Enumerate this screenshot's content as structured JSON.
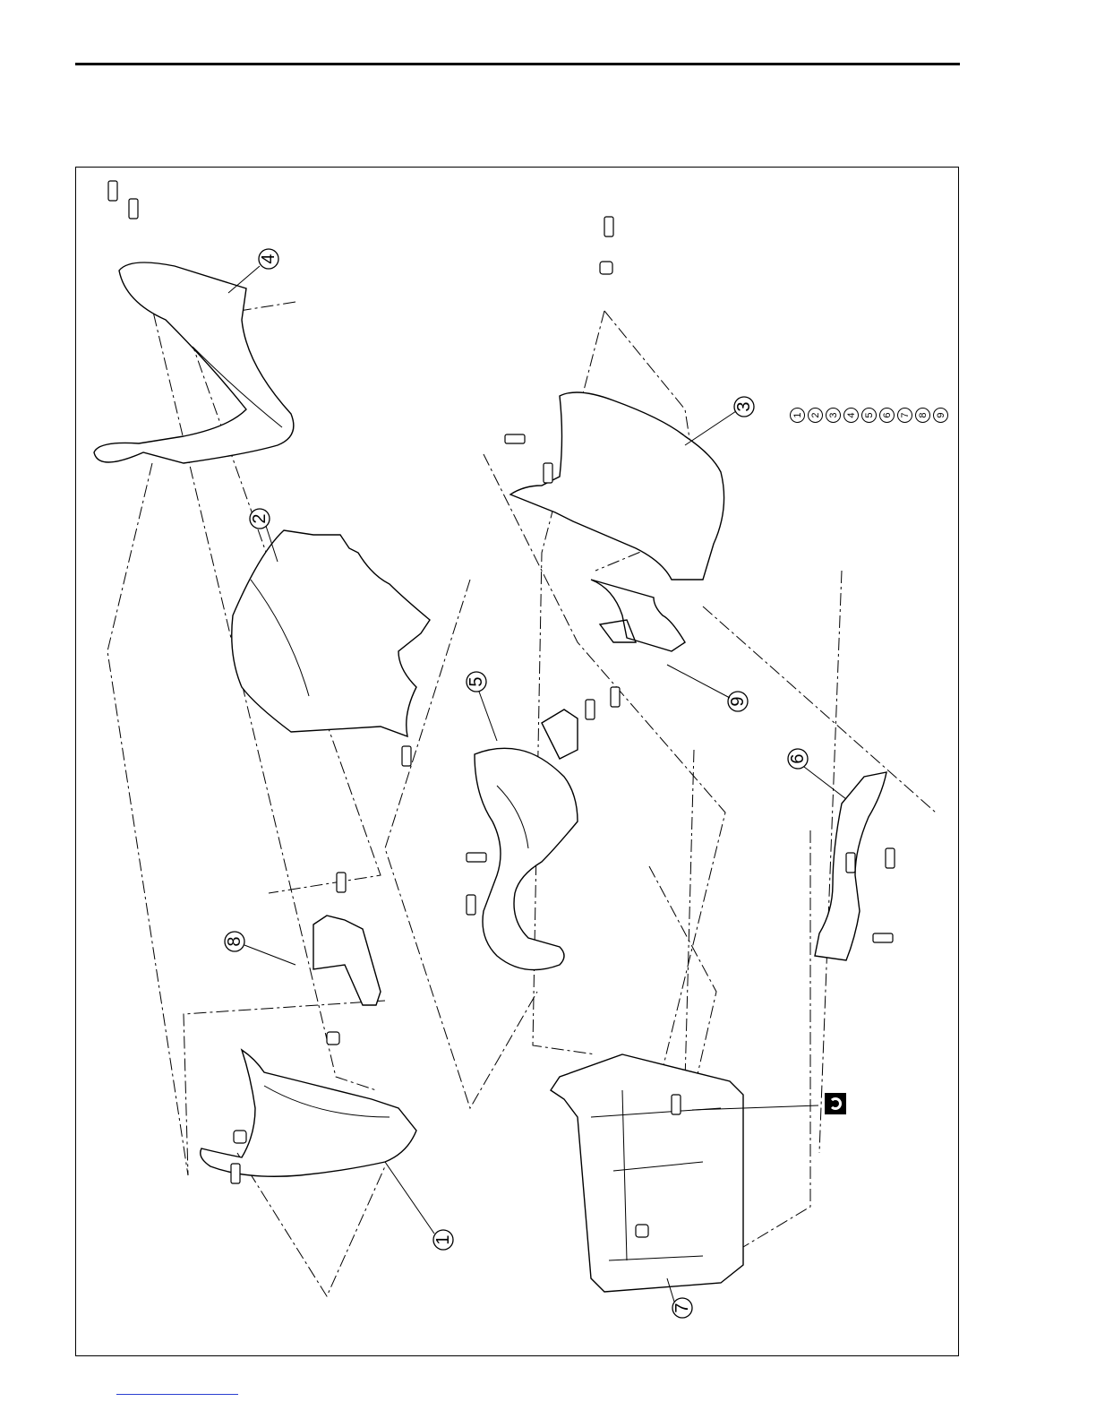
{
  "page": {
    "colors": {
      "ink": "#000000",
      "link": "#2a3fd0",
      "paper": "#ffffff"
    }
  },
  "diagram": {
    "callouts": [
      {
        "id": "part-1",
        "label": "1"
      },
      {
        "id": "part-2",
        "label": "2"
      },
      {
        "id": "part-3",
        "label": "3"
      },
      {
        "id": "part-4",
        "label": "4"
      },
      {
        "id": "part-5",
        "label": "5"
      },
      {
        "id": "part-6",
        "label": "6"
      },
      {
        "id": "part-7",
        "label": "7"
      },
      {
        "id": "part-8",
        "label": "8"
      },
      {
        "id": "part-9",
        "label": "9"
      }
    ],
    "legend": [
      "1",
      "2",
      "3",
      "4",
      "5",
      "6",
      "7",
      "8",
      "9"
    ],
    "torque_icon": "torque-symbol-icon"
  }
}
